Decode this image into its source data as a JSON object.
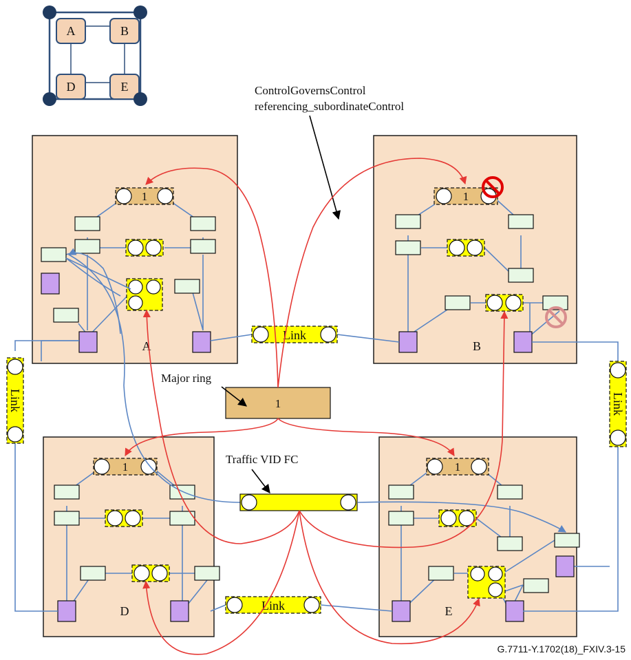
{
  "legend": {
    "nodes": [
      "A",
      "B",
      "D",
      "E"
    ]
  },
  "annotations": {
    "control_line1": "ControlGovernsControl",
    "control_line2": "referencing_subordinateControl",
    "major_ring": "Major ring",
    "traffic_vid_fc": "Traffic VID FC"
  },
  "nodes": [
    {
      "label": "A",
      "ring_number": "1"
    },
    {
      "label": "B",
      "ring_number": "1"
    },
    {
      "label": "D",
      "ring_number": "1"
    },
    {
      "label": "E",
      "ring_number": "1"
    }
  ],
  "center_ring": {
    "number": "1"
  },
  "links": {
    "top": "Link",
    "bottom": "Link",
    "left": "Link",
    "right": "Link"
  },
  "figure_id": "G.7711-Y.1702(18)_FXIV.3-15",
  "colors": {
    "node_fill": "#f9e0c7",
    "ring_box": "#e8c17e",
    "fc_yellow": "#ffff00",
    "small_box": "#e8f8e5",
    "port_purple": "#c8a0ef",
    "blue_wire": "#5b86c4",
    "red_arrow": "#e53935"
  }
}
